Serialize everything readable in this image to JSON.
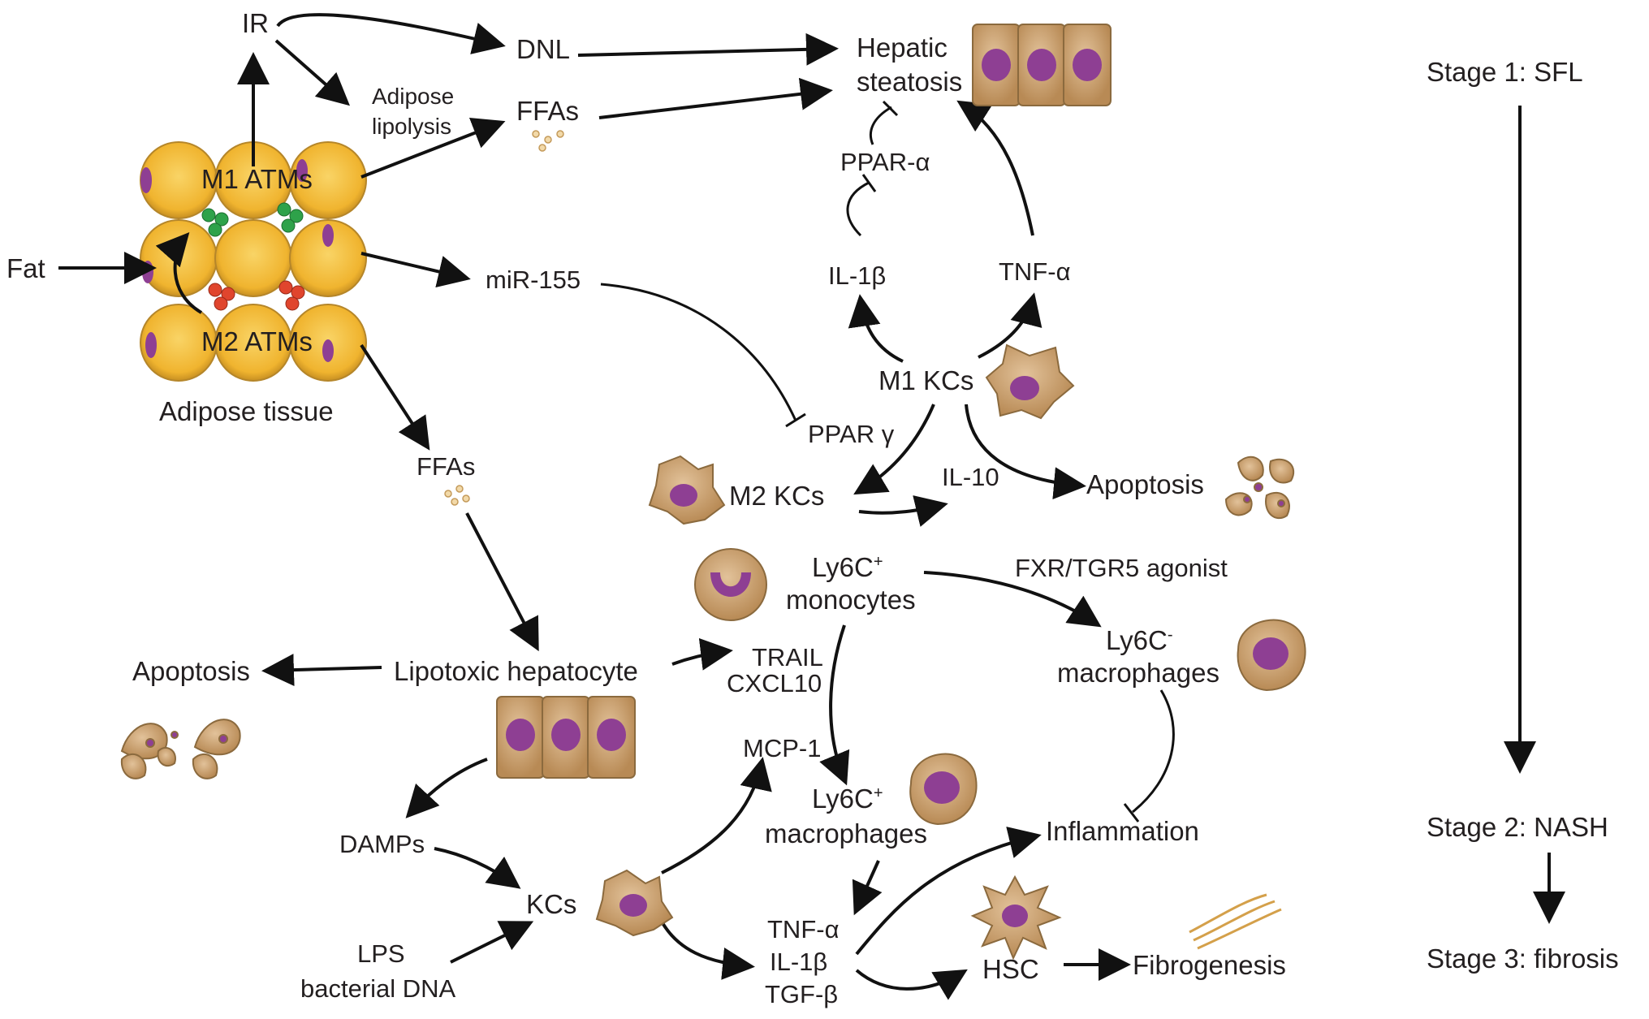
{
  "labels": {
    "ir": "IR",
    "dnl": "DNL",
    "hepatic_1": "Hepatic",
    "hepatic_2": "steatosis",
    "adipose_lipolysis_1": "Adipose",
    "adipose_lipolysis_2": "lipolysis",
    "ffas_top": "FFAs",
    "m1_atms": "M1 ATMs",
    "m2_atms": "M2 ATMs",
    "fat": "Fat",
    "adipose_tissue": "Adipose tissue",
    "mir155": "miR-155",
    "ppar_alpha": "PPAR-α",
    "il1b_top": "IL-1β",
    "tnfa_top": "TNF-α",
    "m1_kcs": "M1 KCs",
    "ppar_gamma": "PPAR γ",
    "ffas_mid": "FFAs",
    "m2_kcs": "M2 KCs",
    "il10": "IL-10",
    "apoptosis_right": "Apoptosis",
    "ly6c_plus_mono_1": "Ly6C",
    "ly6c_plus_mono_sup": "+",
    "ly6c_plus_mono_2": "monocytes",
    "fxr_tgr5": "FXR/TGR5 agonist",
    "ly6c_minus_mac_1": "Ly6C",
    "ly6c_minus_mac_sup": "-",
    "ly6c_minus_mac_2": "macrophages",
    "apoptosis_left": "Apoptosis",
    "lipotoxic": "Lipotoxic hepatocyte",
    "trail": "TRAIL",
    "cxcl10": "CXCL10",
    "mcp1": "MCP-1",
    "ly6c_plus_mac_1": "Ly6C",
    "ly6c_plus_mac_sup": "+",
    "ly6c_plus_mac_2": "macrophages",
    "inflammation": "Inflammation",
    "damps": "DAMPs",
    "kcs": "KCs",
    "lps_1": "LPS",
    "lps_2": "bacterial DNA",
    "tnfa_bottom": "TNF-α",
    "il1b_bottom": "IL-1β",
    "tgfb": "TGF-β",
    "hsc": "HSC",
    "fibrogenesis": "Fibrogenesis"
  },
  "stages": {
    "stage1": "Stage 1: SFL",
    "stage2": "Stage 2: NASH",
    "stage3": "Stage 3: fibrosis"
  },
  "colors": {
    "adipocyte": "#f2b935",
    "adipocyte_edge": "#b5862a",
    "nucleus": "#8e3f93",
    "cell_tan": "#c9a06e",
    "m1_granule": "#2ea24a",
    "m2_granule": "#e0452d",
    "arrow": "#111111"
  }
}
